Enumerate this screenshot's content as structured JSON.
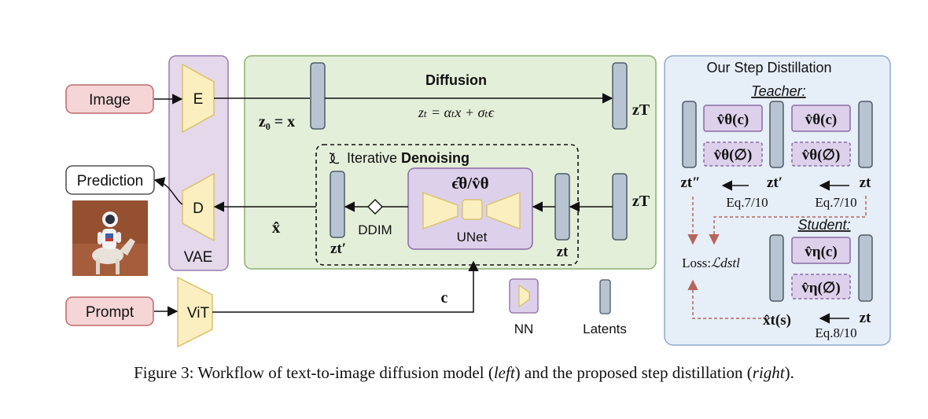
{
  "inputs": {
    "image": "Image",
    "prompt": "Prompt",
    "prediction": "Prediction"
  },
  "modules": {
    "encoder": "E",
    "decoder": "D",
    "vae": "VAE",
    "vit": "ViT",
    "unet": "UNet",
    "ddim": "DDIM"
  },
  "diffusion": {
    "title": "Diffusion",
    "z0_eq": "z₀ = x",
    "forward_eq": "zₜ = αₜx + σₜϵ",
    "zT_top": "zT",
    "zT_bottom": "zT",
    "iterative_prefix": "Iterative",
    "iterative_bold": "Denoising",
    "unet_output": "ϵ̂θ/v̂θ",
    "z_tprime": "zt′",
    "z_t": "zt",
    "x_hat": "x̂",
    "condition": "c"
  },
  "legend": {
    "nn": "NN",
    "latents": "Latents"
  },
  "distillation": {
    "title": "Our Step Distillation",
    "teacher": "Teacher:",
    "student": "Student:",
    "v_theta_c": "v̂θ(c)",
    "v_theta_null": "v̂θ(∅)",
    "v_eta_c": "v̂η(c)",
    "v_eta_null": "v̂η(∅)",
    "z_t2": "zt″",
    "z_t1": "zt′",
    "z_t": "zt",
    "eq_710": "Eq.7/10",
    "eq_810": "Eq.8/10",
    "loss_prefix": "Loss:",
    "loss_symbol": "ℒdstl",
    "x_hat_s": "x̂t(s)"
  },
  "caption": {
    "prefix": "Figure 3: Workflow of text-to-image diffusion model (",
    "left": "left",
    "middle": ") and the proposed step distillation (",
    "right": "right",
    "suffix": ")."
  },
  "colors": {
    "input_fill": "#f5d5d5",
    "input_stroke": "#c06a6a",
    "vae_fill": "#e4d8ea",
    "vae_stroke": "#9a7ab0",
    "diffusion_fill": "#e4efd9",
    "diffusion_stroke": "#8ab170",
    "distill_fill": "#e6eef8",
    "distill_stroke": "#8fa9d0",
    "nn_fill": "#fbefbf",
    "nn_stroke": "#d9c16e",
    "latent_fill": "#b8c4d1",
    "latent_stroke": "#4e5b68",
    "model_fill": "#ddd0ea",
    "model_stroke": "#8a6aa6",
    "loss_arrow": "#b5655a"
  }
}
